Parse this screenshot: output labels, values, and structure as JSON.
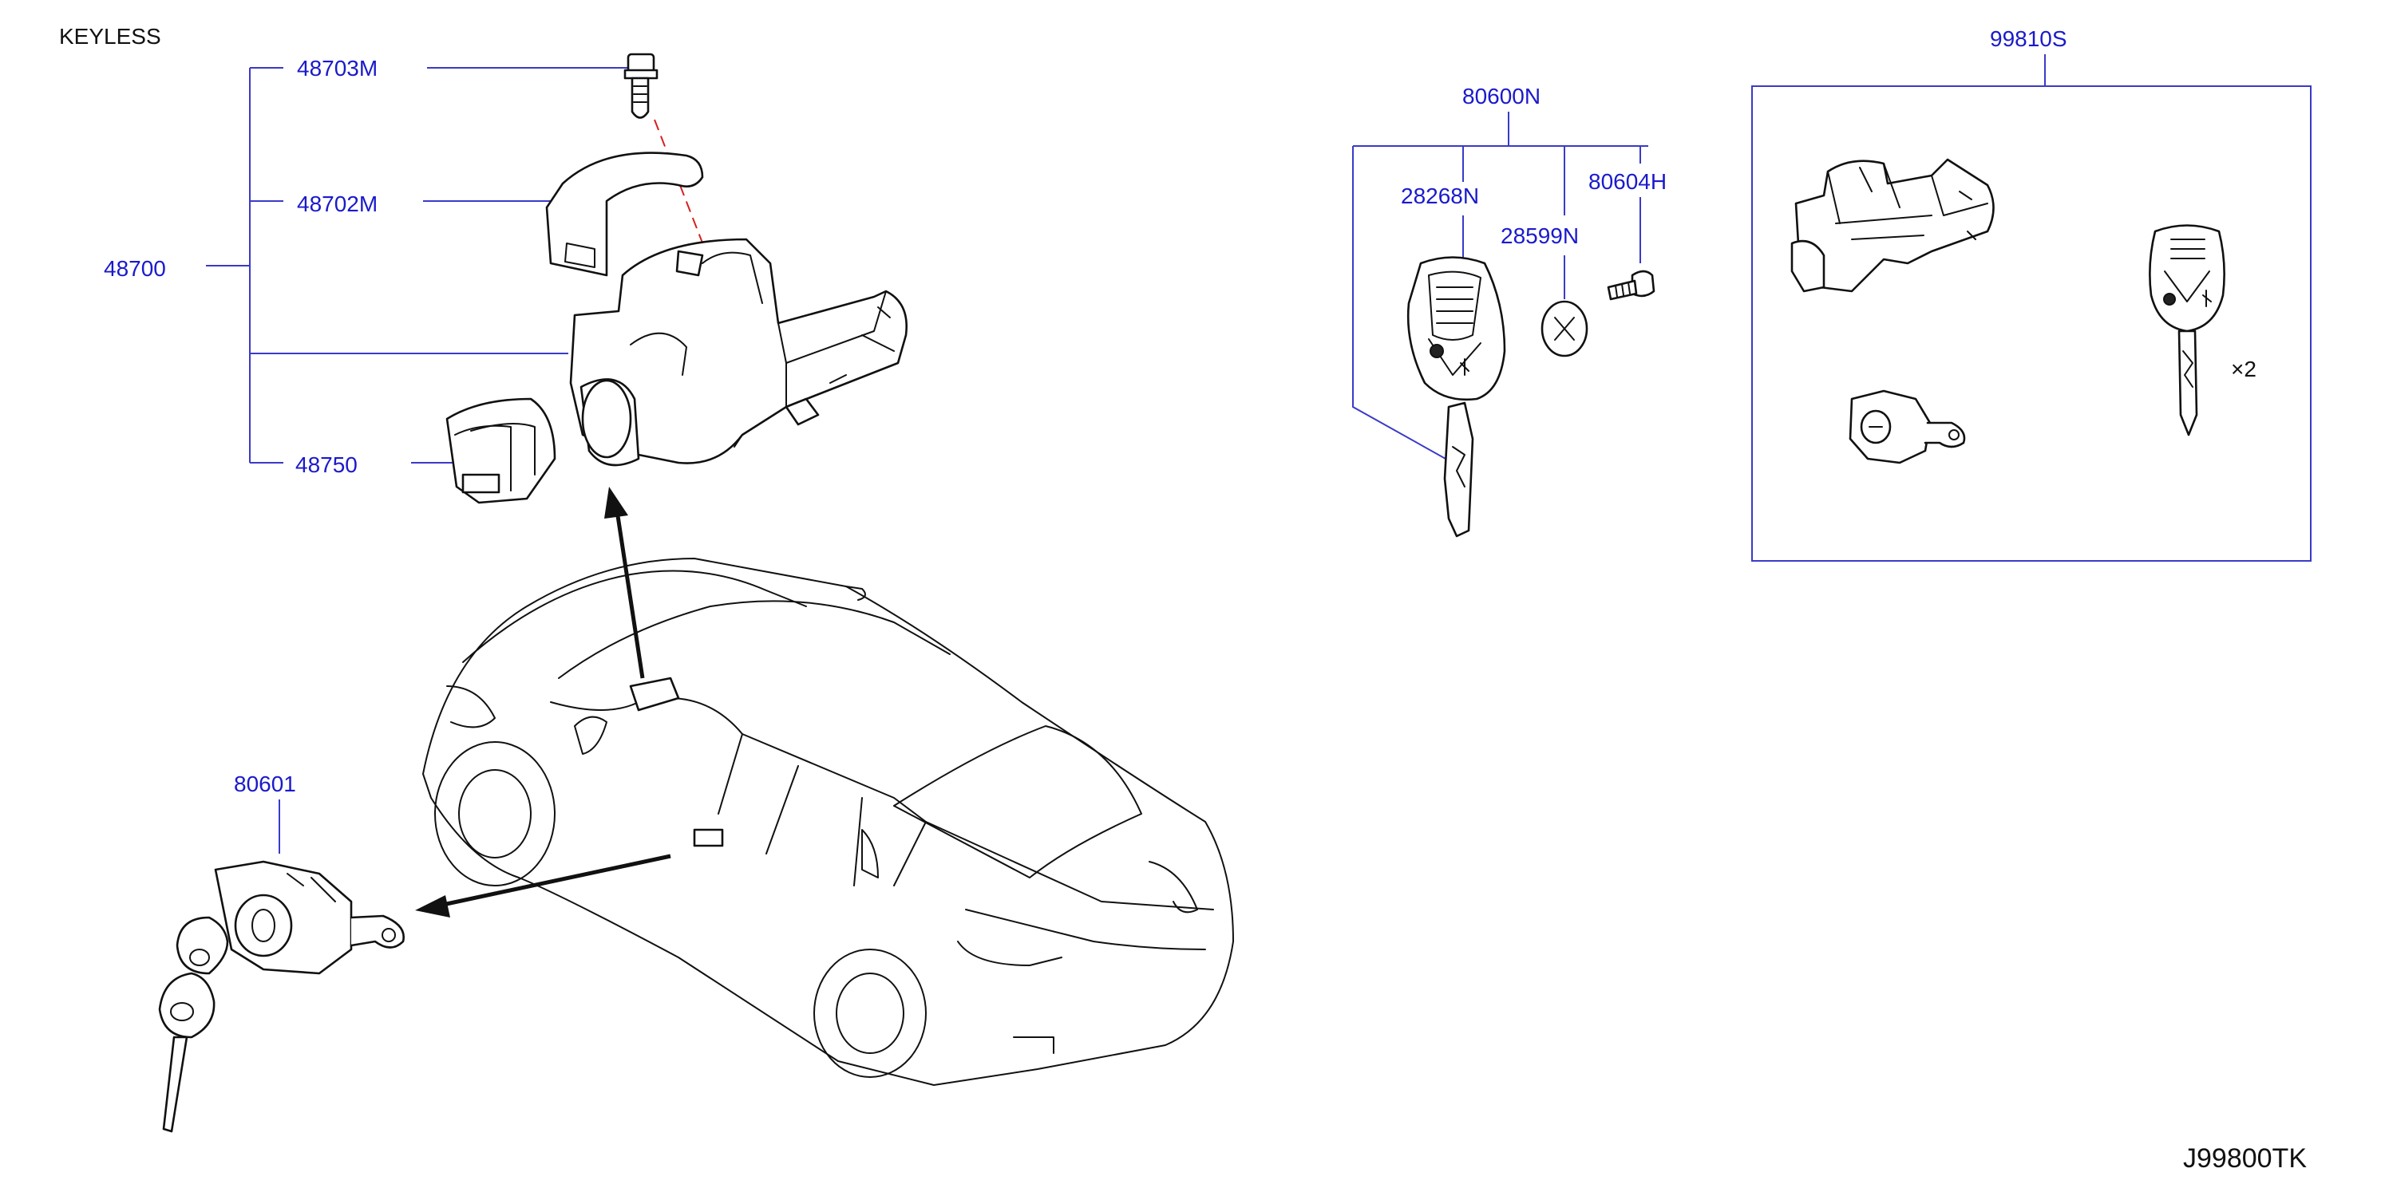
{
  "title": "KEYLESS",
  "drawing_code": "J99800TK",
  "part_labels": {
    "p48703M": "48703M",
    "p48702M": "48702M",
    "p48700": "48700",
    "p48750": "48750",
    "p80601": "80601",
    "p80600N": "80600N",
    "p28268N": "28268N",
    "p28599N": "28599N",
    "p80604H": "80604H",
    "p99810S": "99810S"
  },
  "quantity_note": "×2"
}
